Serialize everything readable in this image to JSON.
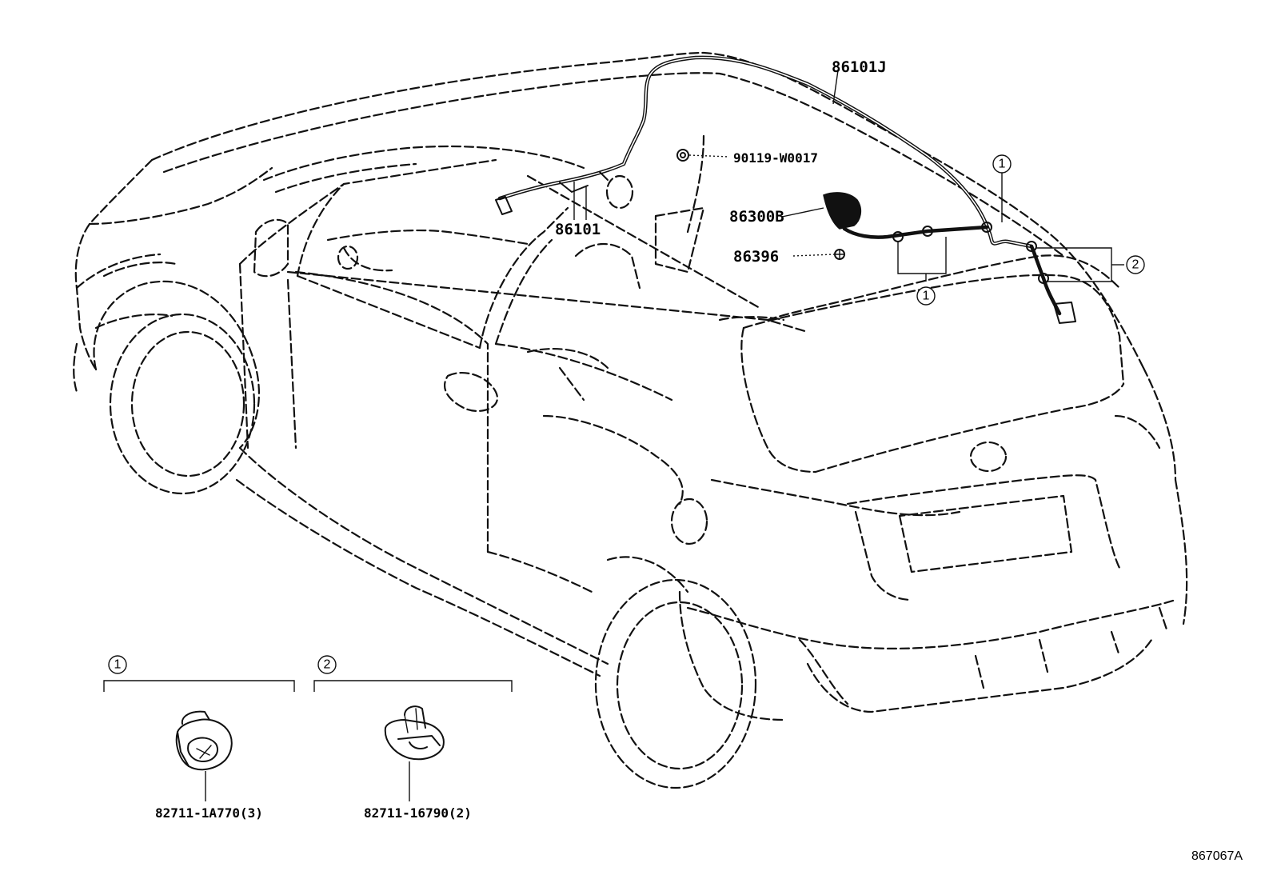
{
  "diagram": {
    "callouts": {
      "p86101J": "86101J",
      "p90119": "90119-W0017",
      "p86300B": "86300B",
      "p86396": "86396",
      "p86101": "86101"
    },
    "markers": {
      "one": "1",
      "two": "2"
    },
    "legend": {
      "group1": {
        "marker": "1",
        "part": "82711-1A770(3)"
      },
      "group2": {
        "marker": "2",
        "part": "82711-16790(2)"
      }
    },
    "figure_code": "867067A"
  }
}
